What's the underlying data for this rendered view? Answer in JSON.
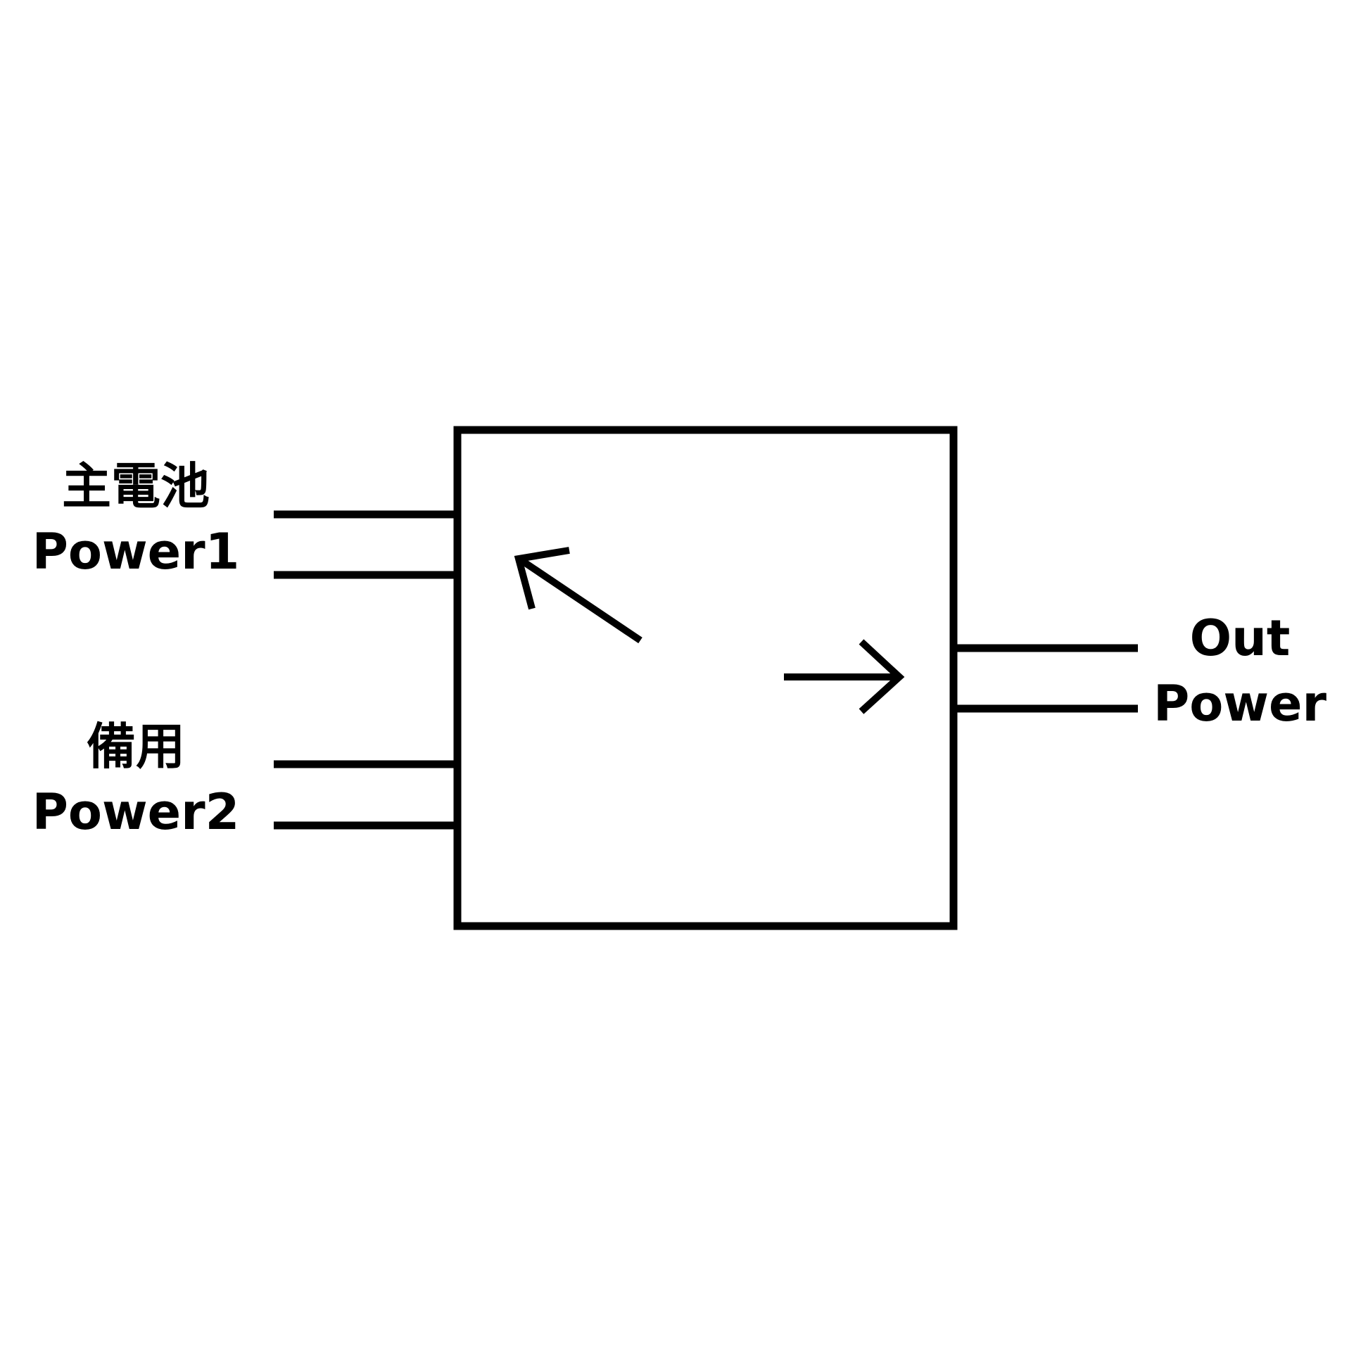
{
  "diagram": {
    "title": "Power switch block",
    "inputs": [
      {
        "label_zh": "主電池",
        "label_en": "Power1"
      },
      {
        "label_zh": "備用",
        "label_en": "Power2"
      }
    ],
    "output": {
      "label_line1": "Out",
      "label_line2": "Power"
    },
    "colors": {
      "stroke": "#000000",
      "background": "#ffffff"
    }
  }
}
